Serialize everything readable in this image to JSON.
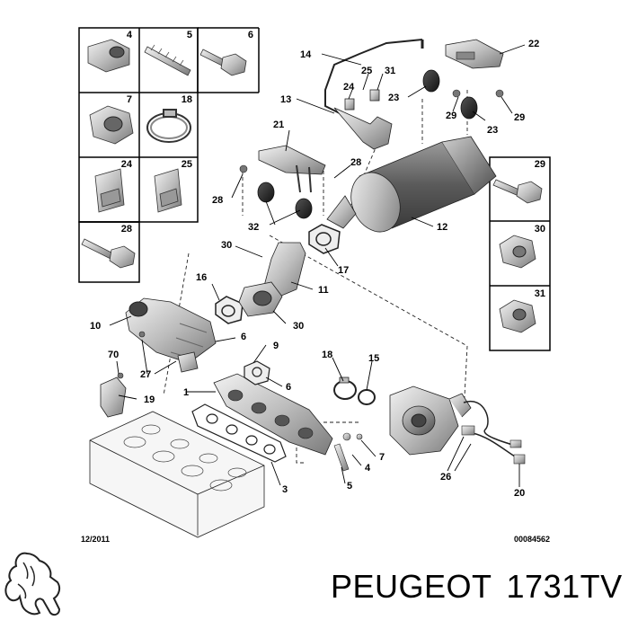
{
  "diagram": {
    "date_code": "12/2011",
    "drawing_ref": "00084562",
    "callouts": [
      "1",
      "3",
      "4",
      "5",
      "6",
      "6",
      "7",
      "9",
      "10",
      "11",
      "12",
      "13",
      "14",
      "15",
      "16",
      "17",
      "18",
      "19",
      "20",
      "21",
      "22",
      "23",
      "23",
      "24",
      "25",
      "26",
      "27",
      "28",
      "28",
      "29",
      "29",
      "30",
      "30",
      "31",
      "32",
      "70"
    ],
    "left_panel_cells": [
      "4",
      "5",
      "6",
      "7",
      "18",
      "24",
      "25",
      "28"
    ],
    "right_panel_cells": [
      "29",
      "30",
      "31"
    ]
  },
  "brand": {
    "logo_icon": "peugeot-lion-icon",
    "name": "PEUGEOT",
    "part_number": "1731TV"
  }
}
